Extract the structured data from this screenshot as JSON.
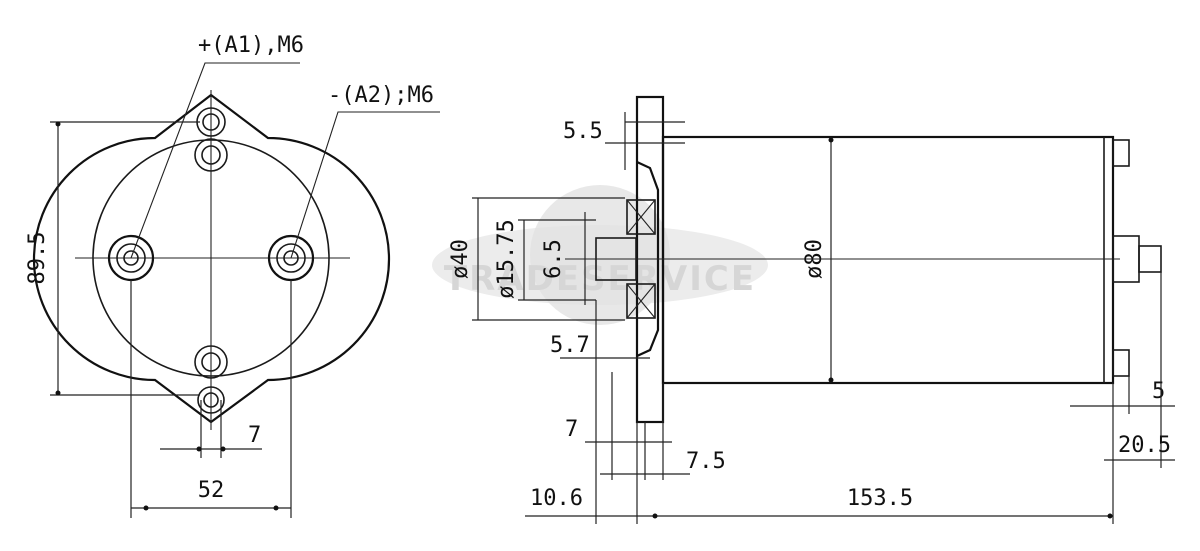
{
  "watermark": "TRADESERVICE",
  "front_view": {
    "terminal_a1": "+(A1),M6",
    "terminal_a2": "-(A2);M6",
    "height": "89.5",
    "width": "52",
    "slot": "7"
  },
  "side_view": {
    "flange_thickness": "5.5",
    "shaft_bore": "ø40",
    "pilot_diameter": "ø15.75",
    "shaft_diameter": "6.5",
    "shoulder": "5.7",
    "body_diameter": "ø80",
    "offset_7": "7",
    "offset_7_5": "7.5",
    "offset_10_6": "10.6",
    "body_length": "153.5",
    "terminal_5": "5",
    "terminal_20_5": "20.5"
  },
  "colors": {
    "line": "#1a1a1a",
    "watermark": "#d6d6d6"
  }
}
